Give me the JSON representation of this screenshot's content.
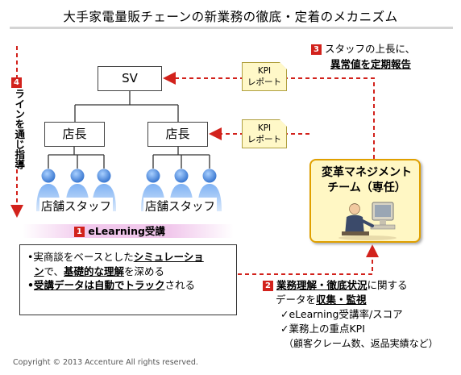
{
  "title": "大手家電量販チェーンの新業務の徹底・定着のメカニズム",
  "org": {
    "sv": "SV",
    "manager_left": "店長",
    "manager_right": "店長",
    "staff_left": "店舗スタッフ",
    "staff_right": "店舗スタッフ"
  },
  "kpi_notes": {
    "top": {
      "line1": "KPI",
      "line2": "レポート"
    },
    "middle": {
      "line1": "KPI",
      "line2": "レポート"
    }
  },
  "step1": {
    "num": "1",
    "label": "eLearning受講"
  },
  "step2": {
    "num": "2"
  },
  "step3": {
    "num": "3",
    "text1": "スタッフの上長に、",
    "text2": "異常値を定期報告"
  },
  "step4": {
    "num": "4",
    "vertical_text": "ラインを通じ指導"
  },
  "team": {
    "line1": "変革マネジメント",
    "line2": "チーム（専任）"
  },
  "notes": {
    "l1_prefix": "•実商談をベースとした",
    "l1_em": "シミュレーショ",
    "l2_em": "ン",
    "l2_mid": "で、",
    "l2_em2": "基礎的な理解",
    "l2_suffix": "を深める",
    "l3_bullet": "•",
    "l3_em": "受講データは自動でトラック",
    "l3_suffix": "される"
  },
  "monitor": {
    "l1_em": "業務理解・徹底状況",
    "l1_suffix": "に関する",
    "l2_prefix": "データを",
    "l2_em": "収集・監視",
    "check1": "eLearning受講率/スコア",
    "check2": "業務上の重点KPI",
    "check3": "（顧客クレーム数、返品実績など）"
  },
  "colors": {
    "arrow_red": "#d2221c",
    "staff_blue": "#3f7fd6",
    "team_fill": "#fff7c4",
    "kpi_fill": "#fff8c8"
  },
  "copyright": "Copyright © 2013 Accenture  All rights reserved."
}
